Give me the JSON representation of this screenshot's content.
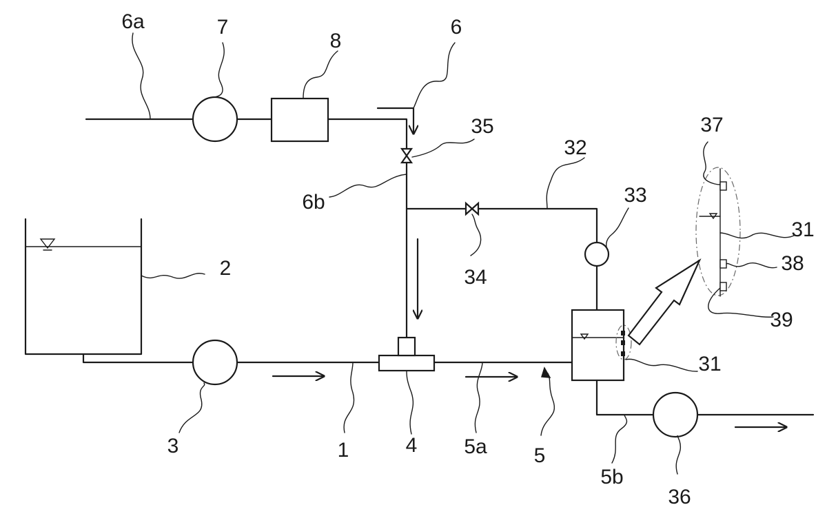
{
  "labels": {
    "l1": "1",
    "l2": "2",
    "l3": "3",
    "l4": "4",
    "l5": "5",
    "l5a": "5a",
    "l5b": "5b",
    "l6": "6",
    "l6a": "6a",
    "l6b": "6b",
    "l7": "7",
    "l8": "8",
    "l31a": "31",
    "l31b": "31",
    "l32": "32",
    "l33": "33",
    "l34": "34",
    "l35": "35",
    "l36": "36",
    "l37": "37",
    "l38": "38",
    "l39": "39"
  },
  "colors": {
    "line": "#1a1a1a",
    "background": "#ffffff",
    "detail_outline": "#666666"
  }
}
